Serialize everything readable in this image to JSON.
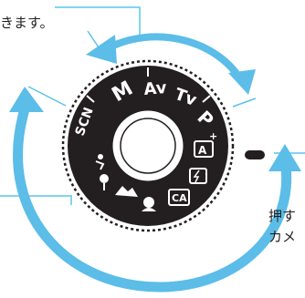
{
  "text_top": "きます。",
  "text_right_1": "押す",
  "text_right_2": "カメ",
  "left_mark": ")",
  "dial_modes": [
    "M",
    "Av",
    "Tv",
    "P",
    "A+",
    "flash-off",
    "CA",
    "sports",
    "close-up",
    "landscape",
    "portrait",
    "SCN"
  ],
  "colors": {
    "arrow_blue": "#5bbde8",
    "callout_line": "#5bc3ea",
    "dial_black": "#231f20",
    "dial_white": "#ffffff"
  }
}
